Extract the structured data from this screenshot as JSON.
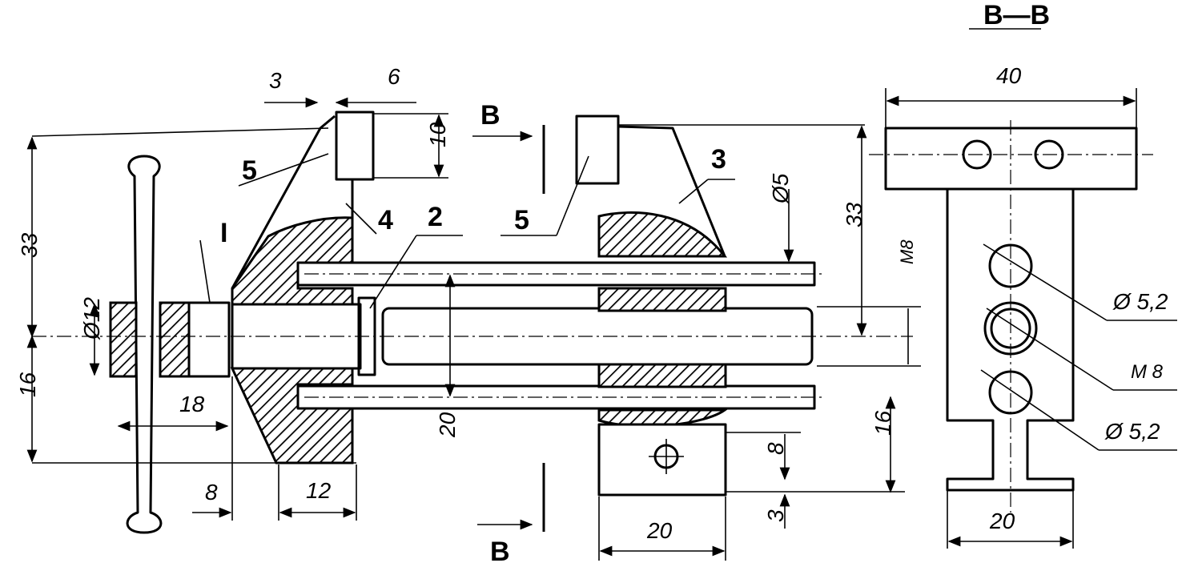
{
  "section_title": "B—B",
  "section_marks": {
    "top": "B",
    "bottom": "B"
  },
  "part_numbers": {
    "p1": "I",
    "p2": "2",
    "p3": "3",
    "p4": "4",
    "p5a": "5",
    "p5b": "5"
  },
  "dimensions": {
    "d3": "3",
    "d6": "6",
    "d10": "10",
    "d33_left": "33",
    "d16_left": "16",
    "d12": "Ø12",
    "d18": "18",
    "d8_bottom": "8",
    "d12_bottom": "12",
    "d20_mid": "20",
    "d5": "Ø5",
    "d33_right": "33",
    "m8_vert": "M8",
    "d16_right": "16",
    "d8_right": "8",
    "d3_right": "3",
    "d20_bottom": "20",
    "d40": "40",
    "d5_2_top": "Ø 5,2",
    "m8_side": "M 8",
    "d5_2_bottom": "Ø 5,2",
    "d20_section": "20"
  }
}
